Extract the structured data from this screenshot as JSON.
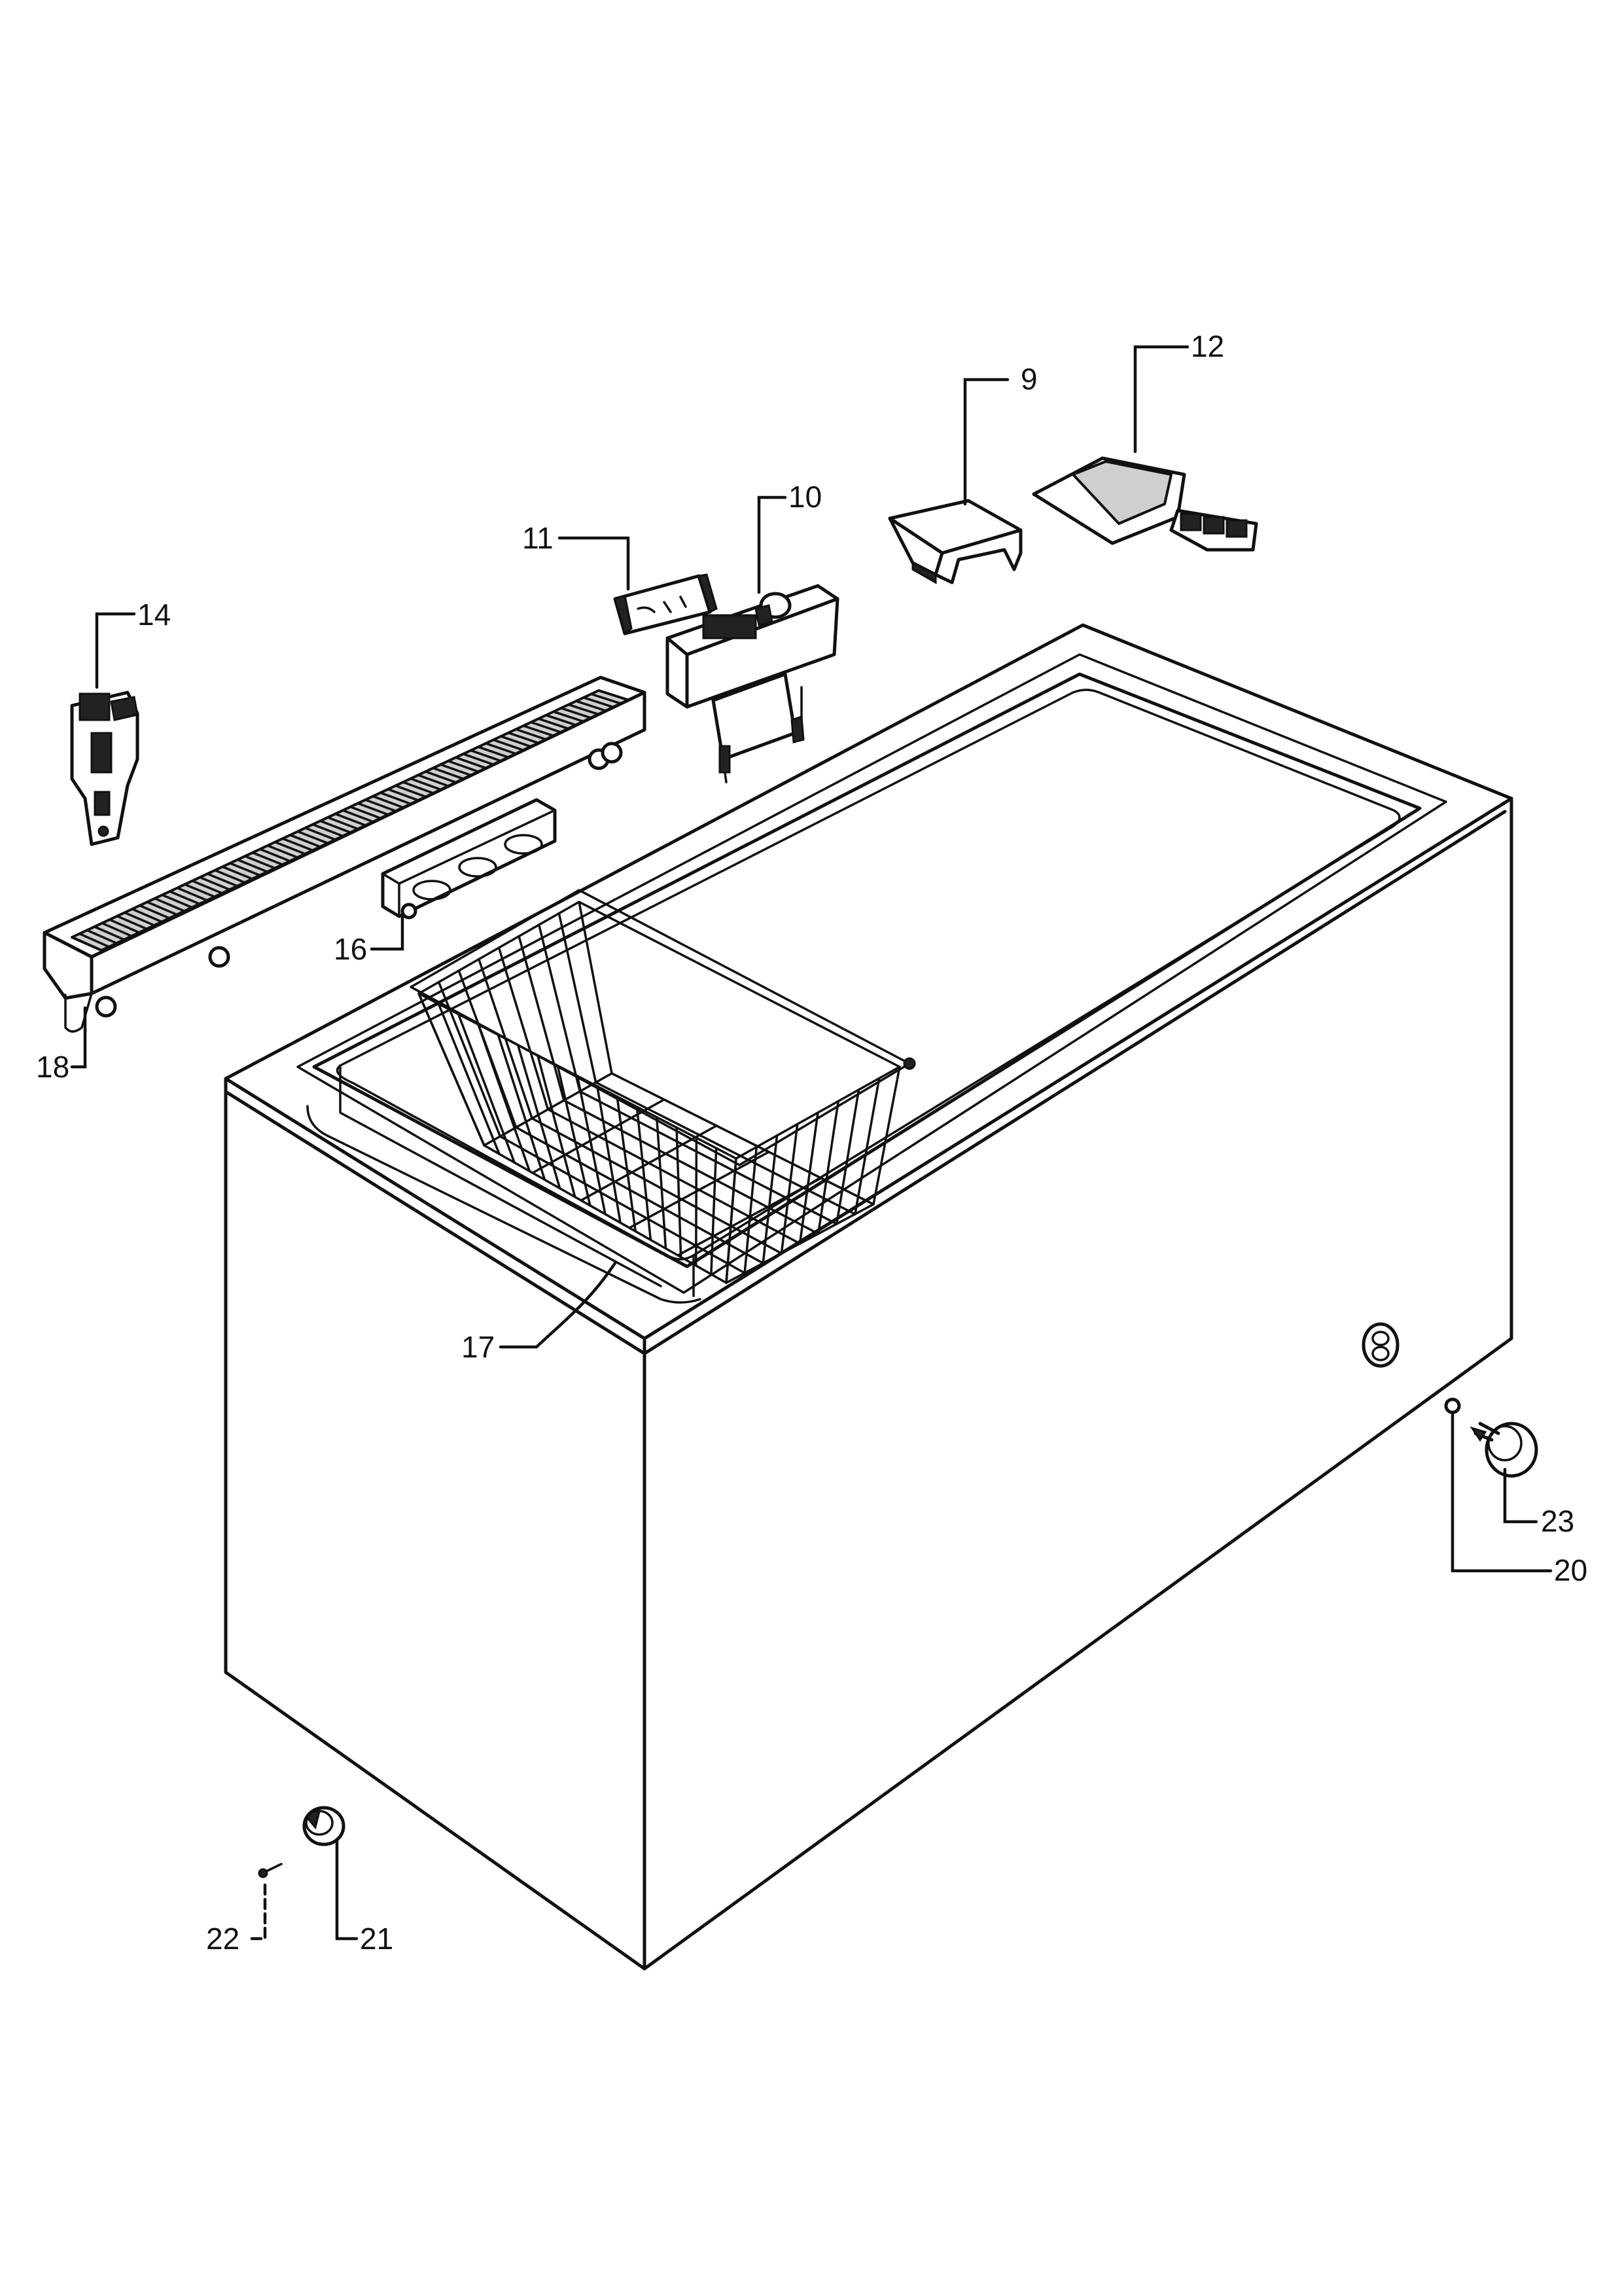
{
  "parts": [
    {
      "id": "part-9",
      "number": "9"
    },
    {
      "id": "part-10",
      "number": "10"
    },
    {
      "id": "part-11",
      "number": "11"
    },
    {
      "id": "part-12",
      "number": "12"
    },
    {
      "id": "part-14",
      "number": "14"
    },
    {
      "id": "part-16",
      "number": "16"
    },
    {
      "id": "part-17",
      "number": "17"
    },
    {
      "id": "part-18",
      "number": "18"
    },
    {
      "id": "part-20",
      "number": "20"
    },
    {
      "id": "part-21",
      "number": "21"
    },
    {
      "id": "part-22",
      "number": "22"
    },
    {
      "id": "part-23",
      "number": "23"
    }
  ]
}
